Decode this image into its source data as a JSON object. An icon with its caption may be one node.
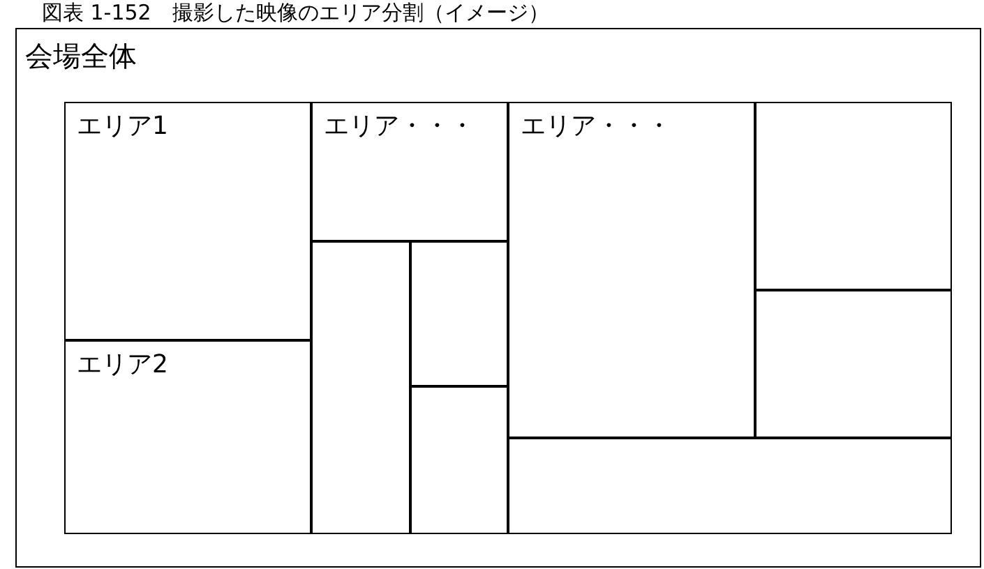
{
  "diagram": {
    "title": "図表 1-152　撮影した映像のエリア分割（イメージ）",
    "nodes": [
      {
        "text": [
          "会場全体"
        ]
      },
      {
        "text": [
          "エリア1"
        ],
        "in": 0
      },
      {
        "text": [
          "エリア・・・"
        ],
        "in": 0
      },
      {
        "text": [
          "エリア・・・"
        ],
        "in": 0
      },
      {
        "text": [],
        "shape": "box",
        "in": 0
      },
      {
        "text": [
          "エリア2"
        ],
        "in": 0
      },
      {
        "text": [],
        "shape": "box",
        "in": 0
      },
      {
        "text": [],
        "shape": "box",
        "in": 0
      },
      {
        "text": [],
        "shape": "box",
        "in": 0
      },
      {
        "text": [],
        "shape": "box",
        "in": 0
      },
      {
        "text": [],
        "shape": "box",
        "in": 0
      }
    ]
  }
}
